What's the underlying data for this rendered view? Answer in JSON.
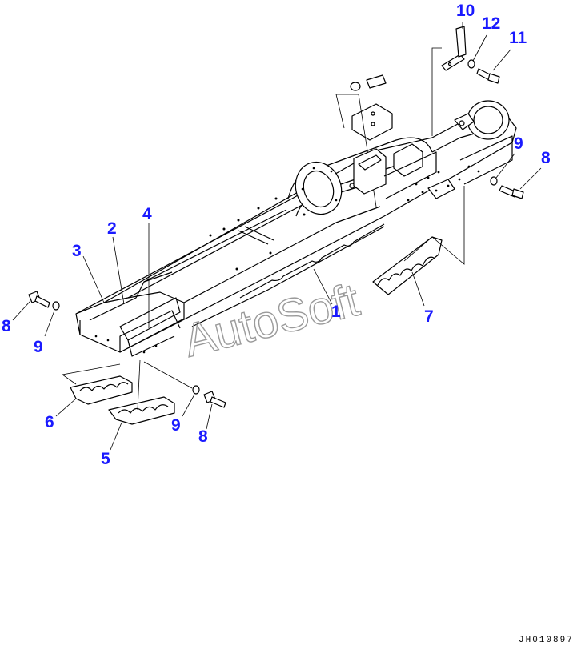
{
  "diagram": {
    "watermark": "AutoSoft",
    "drawing_code": "JH010897",
    "callouts": [
      {
        "id": "c10a",
        "label": "10"
      },
      {
        "id": "c12",
        "label": "12"
      },
      {
        "id": "c11",
        "label": "11"
      },
      {
        "id": "c9a",
        "label": "9"
      },
      {
        "id": "c8a",
        "label": "8"
      },
      {
        "id": "c4",
        "label": "4"
      },
      {
        "id": "c2",
        "label": "2"
      },
      {
        "id": "c3",
        "label": "3"
      },
      {
        "id": "c1",
        "label": "1"
      },
      {
        "id": "c7",
        "label": "7"
      },
      {
        "id": "c8b",
        "label": "8"
      },
      {
        "id": "c9b",
        "label": "9"
      },
      {
        "id": "c6",
        "label": "6"
      },
      {
        "id": "c9c",
        "label": "9"
      },
      {
        "id": "c8c",
        "label": "8"
      },
      {
        "id": "c5",
        "label": "5"
      }
    ]
  }
}
